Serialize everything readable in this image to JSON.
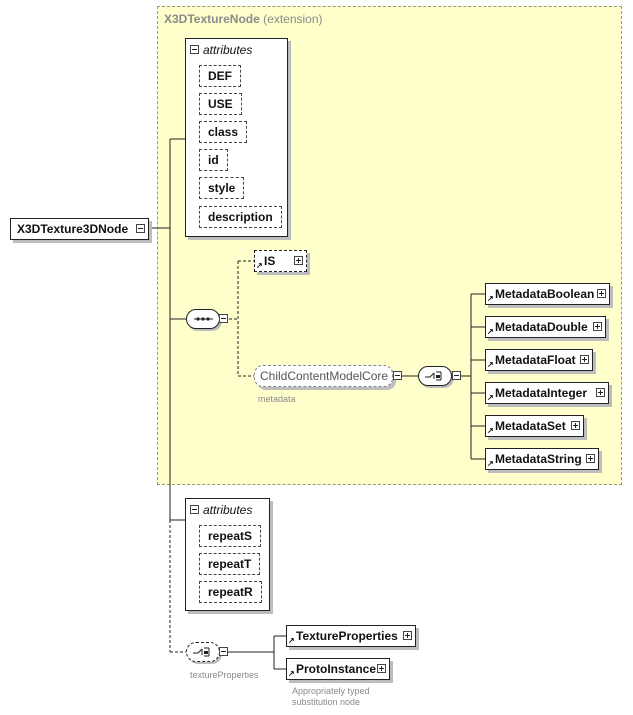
{
  "root": {
    "label": "X3DTexture3DNode"
  },
  "extension": {
    "name": "X3DTextureNode",
    "suffix": "(extension)"
  },
  "attributes_group_1": {
    "header": "attributes",
    "items": [
      "DEF",
      "USE",
      "class",
      "id",
      "style",
      "description"
    ]
  },
  "is_element": {
    "label": "IS"
  },
  "child_core": {
    "label": "ChildContentModelCore",
    "caption": "metadata"
  },
  "metadata_choices": [
    "MetadataBoolean",
    "MetadataDouble",
    "MetadataFloat",
    "MetadataInteger",
    "MetadataSet",
    "MetadataString"
  ],
  "attributes_group_2": {
    "header": "attributes",
    "items": [
      "repeatS",
      "repeatT",
      "repeatR"
    ]
  },
  "texture_choice": {
    "caption": "textureProperties"
  },
  "texture_properties": {
    "label": "TextureProperties"
  },
  "proto_instance": {
    "label": "ProtoInstance",
    "note_line1": "Appropriately typed",
    "note_line2": "substitution node"
  }
}
